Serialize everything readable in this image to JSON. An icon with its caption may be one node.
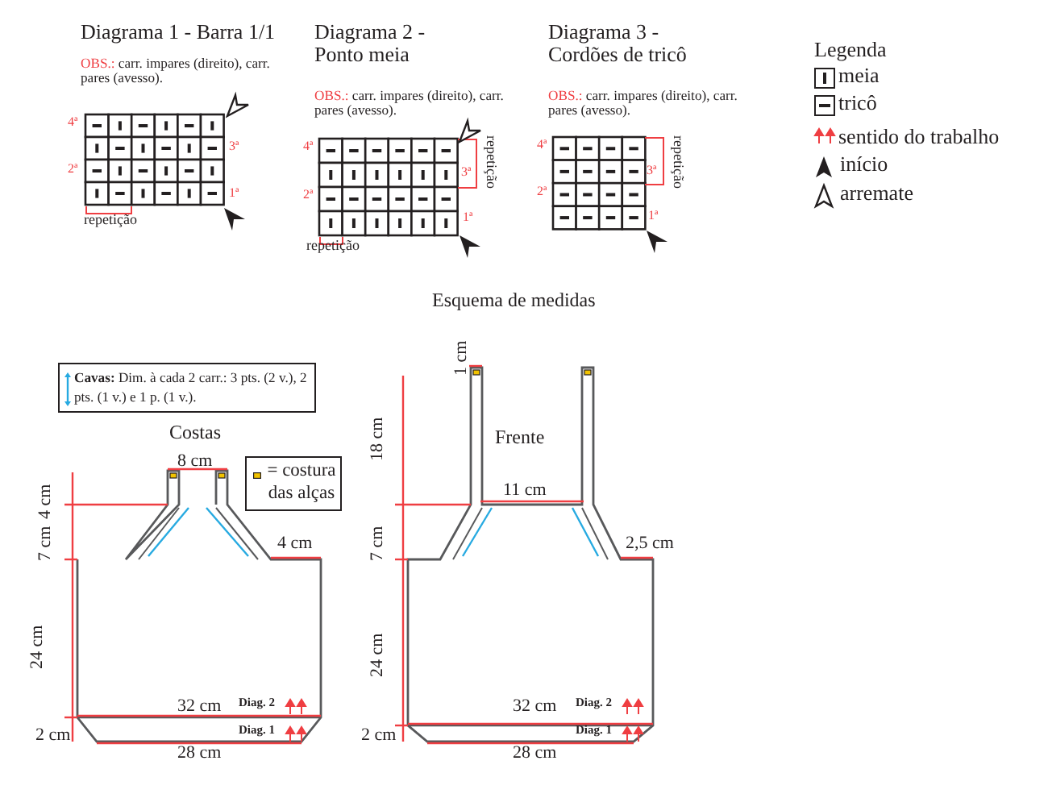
{
  "diagram": {
    "nodes": [
      {
        "text": [
          "**Cavas:** Dim. à cada 2 carr.: 3 pts. (2 v.), 2 pts. (1 v.) e 1 p. (1 v.)."
        ]
      },
      {
        "text": [
          "Costas"
        ]
      },
      {
        "text": [
          "= costura das alças"
        ]
      },
      {
        "text": [
          "Frente"
        ]
      }
    ],
    "edges": [],
    "labels": [
      "Diagrama 1 - Barra 1/1",
      "OBS.: carr. impares (direito), carr. pares (avesso).",
      "4ª",
      "3ª",
      "2ª",
      "1ª",
      "repetição",
      "Diagrama 2 - Ponto meia",
      "OBS.: carr. impares (direito), carr. pares (avesso).",
      "4ª",
      "3ª",
      "2ª",
      "1ª",
      "repetição",
      "repetição",
      "Diagrama 3 - Cordões de tricô",
      "OBS.: carr. impares (direito), carr. pares (avesso).",
      "4ª",
      "3ª",
      "2ª",
      "1ª",
      "repetição",
      "Legenda",
      "Esquema de medidas",
      "8 cm",
      "4 cm",
      "7 cm",
      "4 cm",
      "24 cm",
      "32 cm",
      "Diag. 2",
      "2 cm",
      "Diag. 1",
      "28 cm",
      "1 cm",
      "18 cm",
      "11 cm",
      "7 cm",
      "2,5 cm",
      "24 cm",
      "32 cm",
      "Diag. 2",
      "2 cm",
      "Diag. 1",
      "28 cm"
    ],
    "legend": [
      {
        "text": "meia"
      },
      {
        "text": "tricô"
      },
      {
        "text": "sentido do trabalho"
      },
      {
        "text": "início"
      },
      {
        "text": "arremate"
      }
    ]
  }
}
